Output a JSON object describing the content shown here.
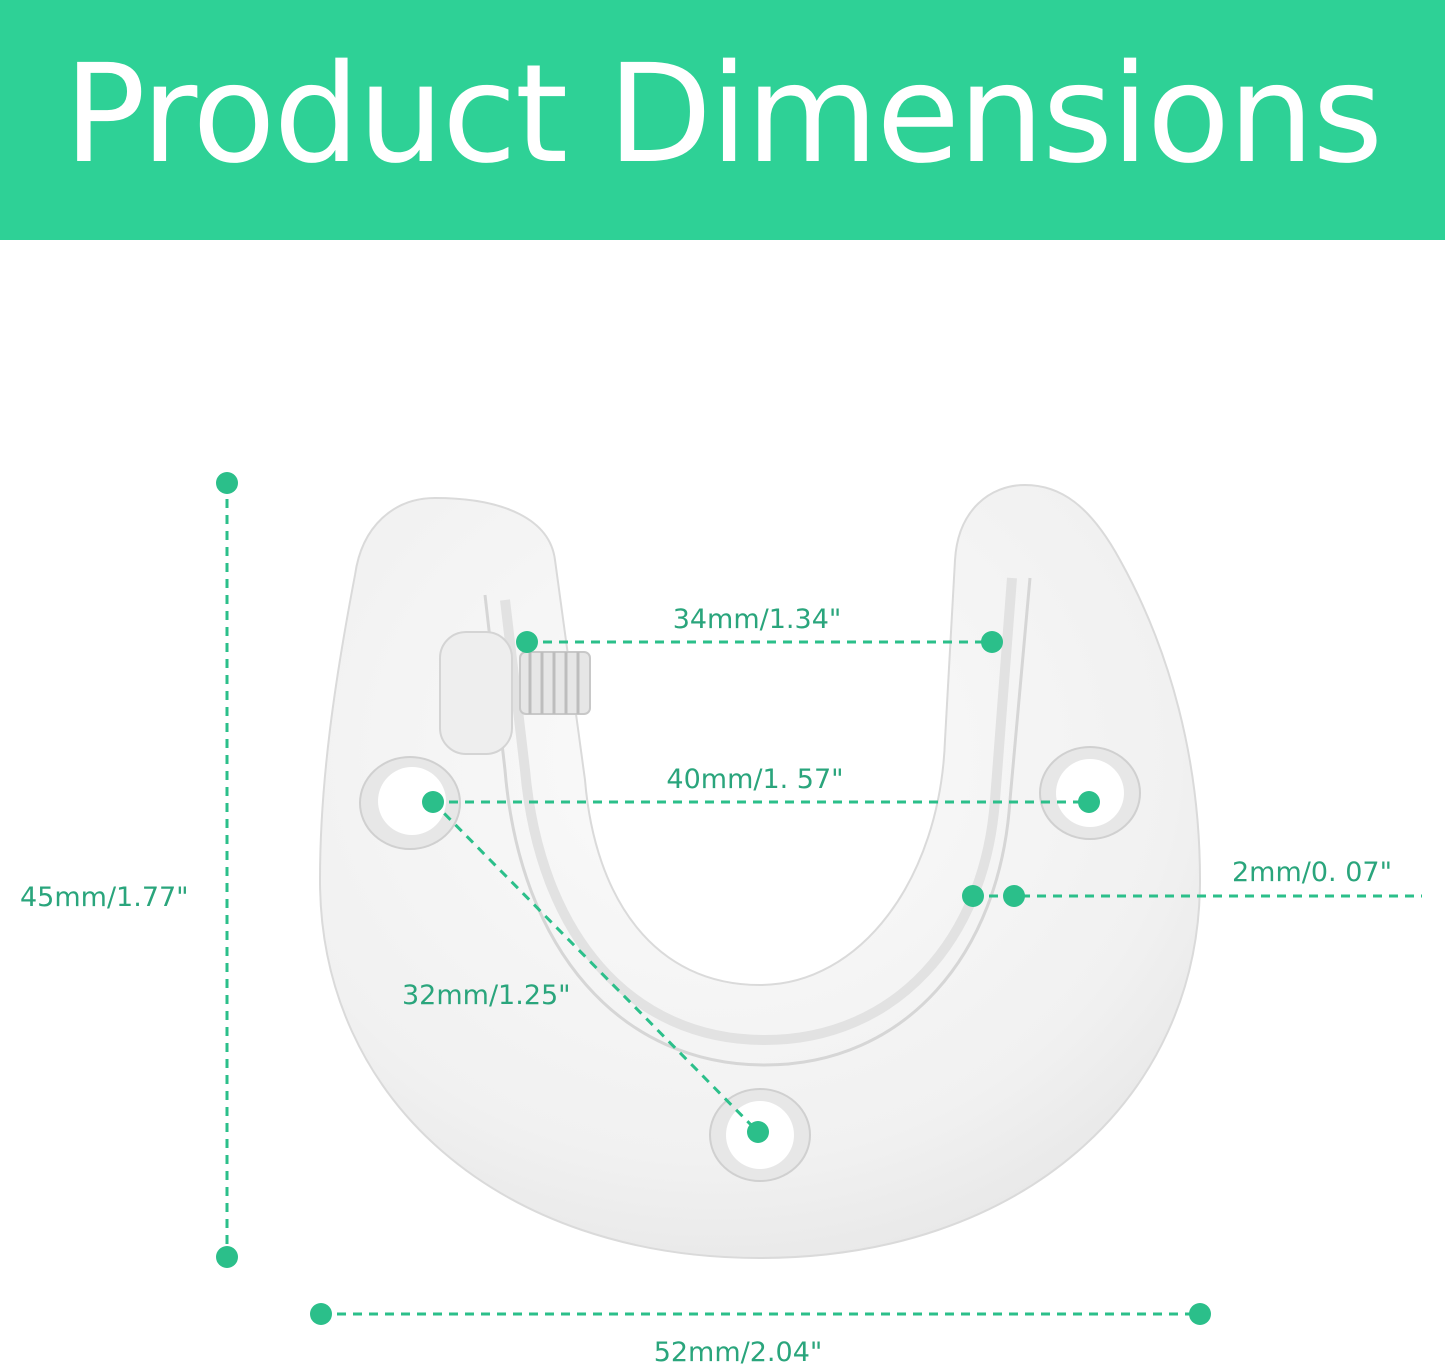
{
  "title": "Product Dimensions",
  "colors": {
    "banner": "#2ed196",
    "accent": "#2bbf8a",
    "label": "#2aa57c",
    "bracket": "#f4f4f4"
  },
  "dimensions": {
    "height": "45mm/1.77\"",
    "width": "52mm/2.04\"",
    "slot_width": "34mm/1.34\"",
    "hole_spacing": "40mm/1. 57\"",
    "hole_to_bottom": "32mm/1.25\"",
    "thickness": "2mm/0. 07\""
  }
}
